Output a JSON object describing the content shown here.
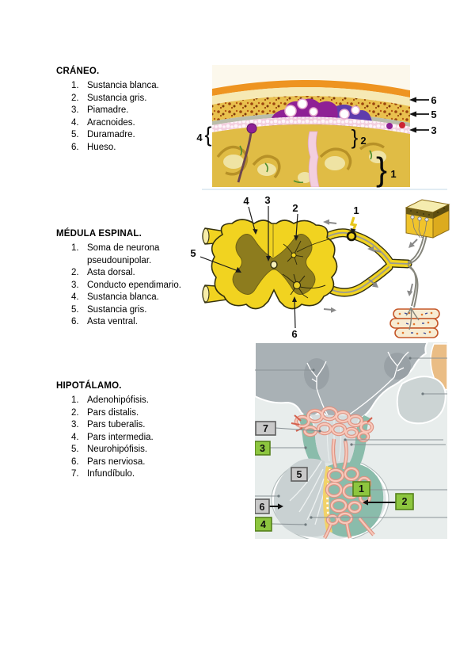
{
  "sections": [
    {
      "id": "craneo",
      "title": "CRÁNEO.",
      "items": [
        {
          "n": "1.",
          "text": "Sustancia blanca."
        },
        {
          "n": "2.",
          "text": "Sustancia gris."
        },
        {
          "n": "3.",
          "text": "Piamadre."
        },
        {
          "n": "4.",
          "text": "Aracnoides."
        },
        {
          "n": "5.",
          "text": "Duramadre."
        },
        {
          "n": "6.",
          "text": "Hueso."
        }
      ]
    },
    {
      "id": "medula",
      "title": "MÉDULA ESPINAL.",
      "items": [
        {
          "n": "1.",
          "text": "Soma de neurona pseudounipolar."
        },
        {
          "n": "2.",
          "text": "Asta dorsal."
        },
        {
          "n": "3.",
          "text": "Conducto ependimario."
        },
        {
          "n": "4.",
          "text": "Sustancia blanca."
        },
        {
          "n": "5.",
          "text": "Sustancia gris."
        },
        {
          "n": "6.",
          "text": "Asta ventral."
        }
      ]
    },
    {
      "id": "hipotalamo",
      "title": "HIPOTÁLAMO.",
      "items": [
        {
          "n": "1.",
          "text": "Adenohipófisis."
        },
        {
          "n": "2.",
          "text": "Pars distalis."
        },
        {
          "n": "3.",
          "text": "Pars tuberalis."
        },
        {
          "n": "4.",
          "text": "Pars intermedia."
        },
        {
          "n": "5.",
          "text": "Neurohipófisis."
        },
        {
          "n": "6.",
          "text": "Pars nerviosa."
        },
        {
          "n": "7.",
          "text": "Infundíbulo."
        }
      ]
    }
  ],
  "figures": {
    "craneo": {
      "n1": "1",
      "n2": "2",
      "n3": "3",
      "n4": "4",
      "n5": "5",
      "n6": "6",
      "brace_open": "{",
      "brace_close": "}"
    },
    "medula": {
      "n1": "1",
      "n2": "2",
      "n3": "3",
      "n4": "4",
      "n5": "5",
      "n6": "6"
    },
    "hipotalamo": {
      "n1": "1",
      "n2": "2",
      "n3": "3",
      "n4": "4",
      "n5": "5",
      "n6": "6",
      "n7": "7"
    }
  },
  "colors": {
    "scalp_orange": "#ee9421",
    "bone_yellow": "#e9c04e",
    "meninges_pink": "#f3cfdf",
    "sinus_purple": "#8e2095",
    "sinus_violet": "#5b3fae",
    "brain_tan": "#e0bc45",
    "cord_yellow": "#f1d320",
    "gray_matter_olive": "#8d7c1e",
    "hipotalamo_bg": "#e8edec",
    "hypothalamus_gray": "#a9b1b5",
    "anterior_lobe_gray": "#c9d1d2",
    "posterior_teal": "#8abcab",
    "plexus_pink": "#f2b3a4",
    "pars_intermedia_yellow": "#f2d268",
    "green_label_box": "#8dc63f",
    "gray_label_box": "#c9c9c9"
  }
}
